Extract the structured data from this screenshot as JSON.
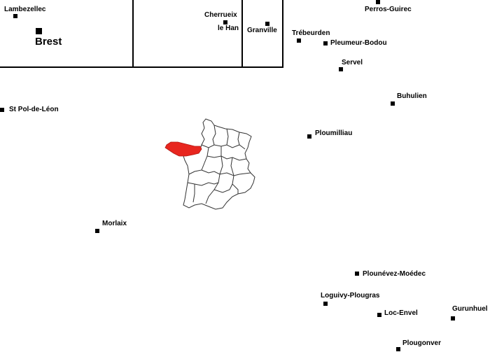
{
  "inset_panels": [
    {
      "towns": [
        {
          "name": "Lambezellec"
        },
        {
          "name": "Brest",
          "size": "large"
        }
      ]
    },
    {
      "towns": [
        {
          "name": "Cherrueix"
        },
        {
          "name": "le Han"
        }
      ]
    },
    {
      "towns": [
        {
          "name": "Granville"
        }
      ]
    }
  ],
  "towns": [
    {
      "name": "Perros-Guirec"
    },
    {
      "name": "Trébeurden"
    },
    {
      "name": "Pleumeur-Bodou"
    },
    {
      "name": "Servel"
    },
    {
      "name": "Buhulien"
    },
    {
      "name": "St Pol-de-Léon"
    },
    {
      "name": "Ploumilliau"
    },
    {
      "name": "Morlaix"
    },
    {
      "name": "Plounévez-Moédec"
    },
    {
      "name": "Loguivy-Plougras"
    },
    {
      "name": "Loc-Envel"
    },
    {
      "name": "Gurunhuel"
    },
    {
      "name": "Plougonver"
    }
  ],
  "locator_map": {
    "highlighted_region_color": "#e8261f",
    "outline_color": "#333333",
    "fill_color": "#ffffff"
  }
}
